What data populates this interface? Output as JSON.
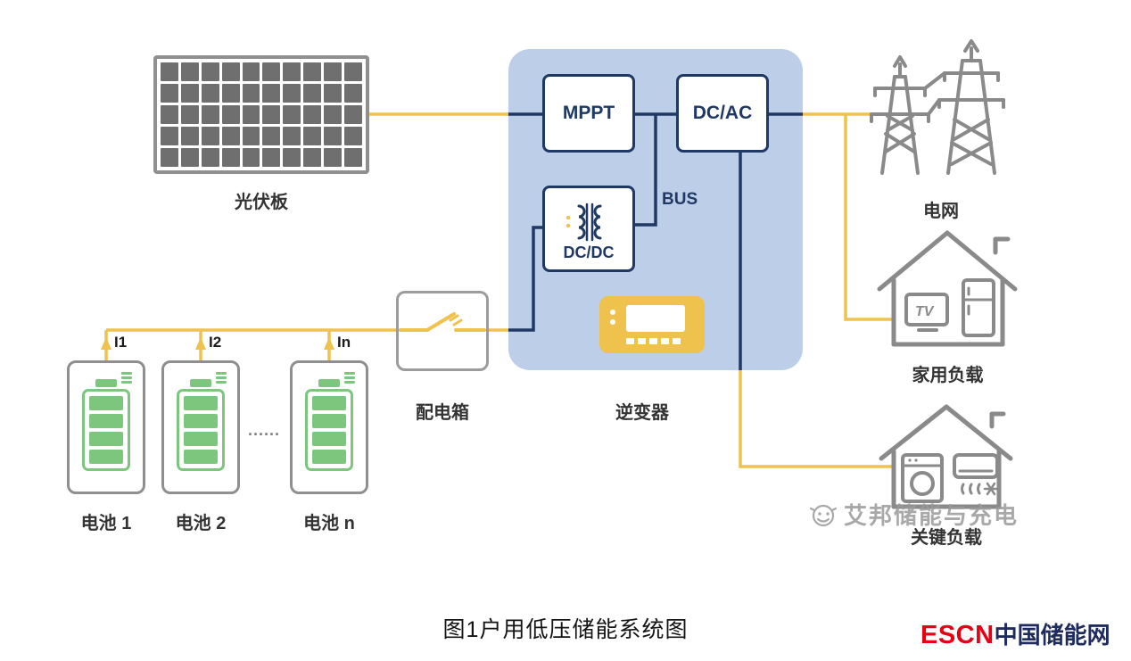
{
  "colors": {
    "wire_yellow": "#EFC24E",
    "navy": "#1F3864",
    "inverter_bg": "#BDCEE9",
    "icon_gray": "#8A8A8A",
    "battery_green": "#7CC67E",
    "logo_red": "#E60012",
    "label_text": "#333333"
  },
  "diagram": {
    "solar_panel": {
      "label": "光伏板"
    },
    "inverter": {
      "label": "逆变器",
      "mppt_label": "MPPT",
      "dcac_label": "DC/AC",
      "dcdc_label": "DC/DC",
      "bus_label": "BUS"
    },
    "distribution_box": {
      "label": "配电箱"
    },
    "batteries": [
      {
        "label": "电池 1",
        "current_label": "I1"
      },
      {
        "label": "电池 2",
        "current_label": "I2"
      },
      {
        "label": "电池 n",
        "current_label": "In"
      }
    ],
    "battery_ellipsis": "......",
    "grid": {
      "label": "电网"
    },
    "home_load": {
      "label": "家用负载",
      "tv_text": "TV"
    },
    "critical_load": {
      "label": "关键负载"
    }
  },
  "caption": "图1户用低压储能系统图",
  "watermark": {
    "text": "艾邦储能与充电"
  },
  "footer_logo": {
    "escn": "ESCN",
    "site_name": "中国储能网"
  }
}
